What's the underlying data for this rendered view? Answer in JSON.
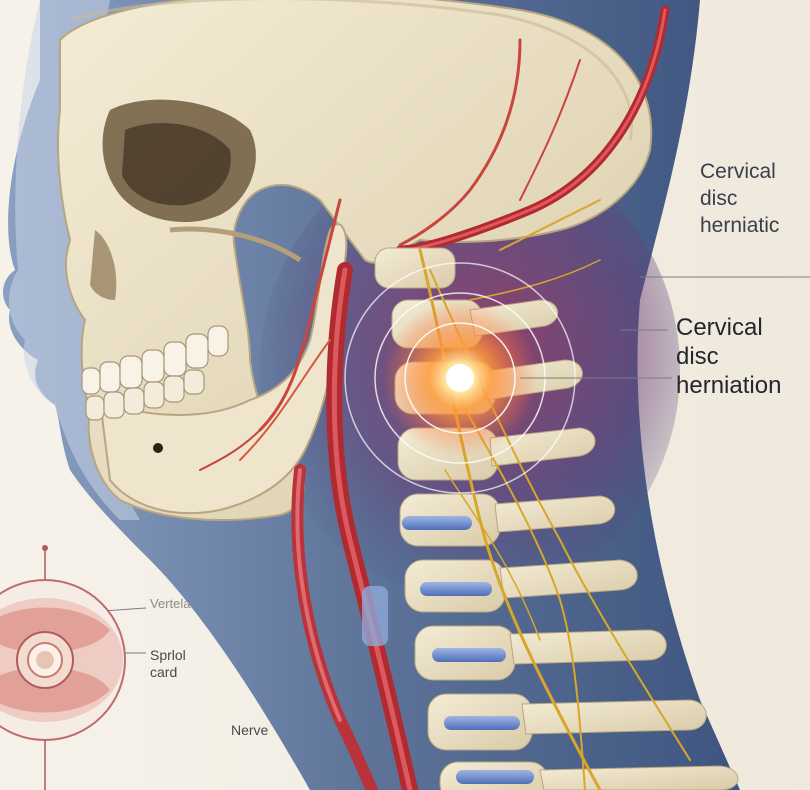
{
  "colors": {
    "background": "#f3efe6",
    "skin_shadow": "#4b6289",
    "bone": "#ece2c8",
    "artery": "#c3343a",
    "nerve": "#d9a62a",
    "disc": "#6f8fd0",
    "pain_glow": "#ff9a3c"
  },
  "labels": {
    "top": {
      "line1": "Cervical",
      "line2": "disc",
      "line3": "herniatic"
    },
    "main": {
      "line1": "Cervical",
      "line2": "disc",
      "line3": "herniation"
    },
    "inset_vertebra": "Vertela",
    "inset_cord": {
      "line1": "Sprlol",
      "line2": "card"
    },
    "nerve": "Nerve"
  },
  "icons": {
    "skull": "skull-illustration",
    "spine": "cervical-spine-illustration",
    "pain_focus": "pain-glow-icon",
    "inset": "spinal-cross-section-icon"
  }
}
